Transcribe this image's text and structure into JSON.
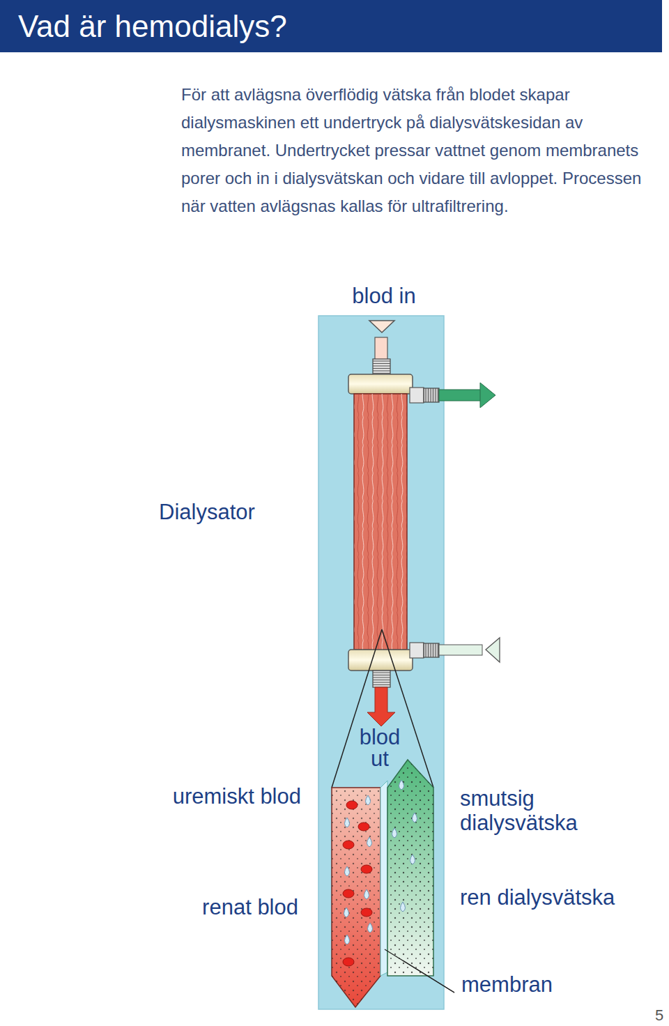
{
  "diagram": {
    "title": "Vad är hemodialys?",
    "nodes": [
      {
        "text": [
          "Dialysator"
        ]
      }
    ],
    "labels": [
      "För att avlägsna överflödig vätska från blodet skapar dialysmaskinen ett undertryck på dialysvätskesidan av membranet. Undertrycket pressar vattnet genom membranets porer och in i dialysvätskan och vidare till avloppet. Processen när vatten avlägsnas kallas för ultrafiltrering.",
      "blod in",
      "blod ut",
      "uremiskt blod",
      "smutsig dialysvätska",
      "renat blod",
      "ren dialysvätska",
      "membran",
      "5"
    ]
  }
}
